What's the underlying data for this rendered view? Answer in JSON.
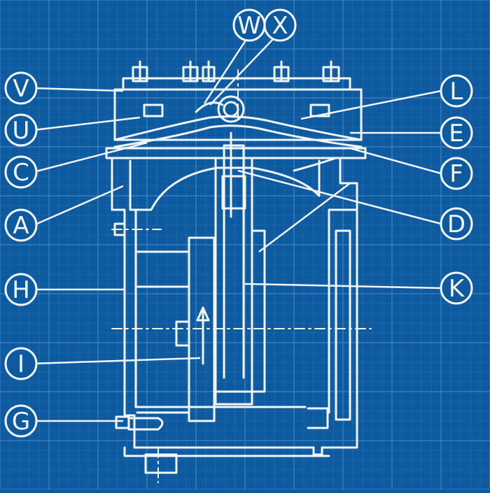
{
  "colors": {
    "background": "#0d5aa0",
    "grid_major": "#3f82c4",
    "grid_minor": "#2a70b3",
    "line": "#f2f6fa"
  },
  "callouts": {
    "W": "W",
    "X": "X",
    "V": "V",
    "U": "U",
    "C": "C",
    "A": "A",
    "H": "H",
    "I": "I",
    "G": "G",
    "L": "L",
    "E": "E",
    "F": "F",
    "D": "D",
    "K": "K"
  }
}
